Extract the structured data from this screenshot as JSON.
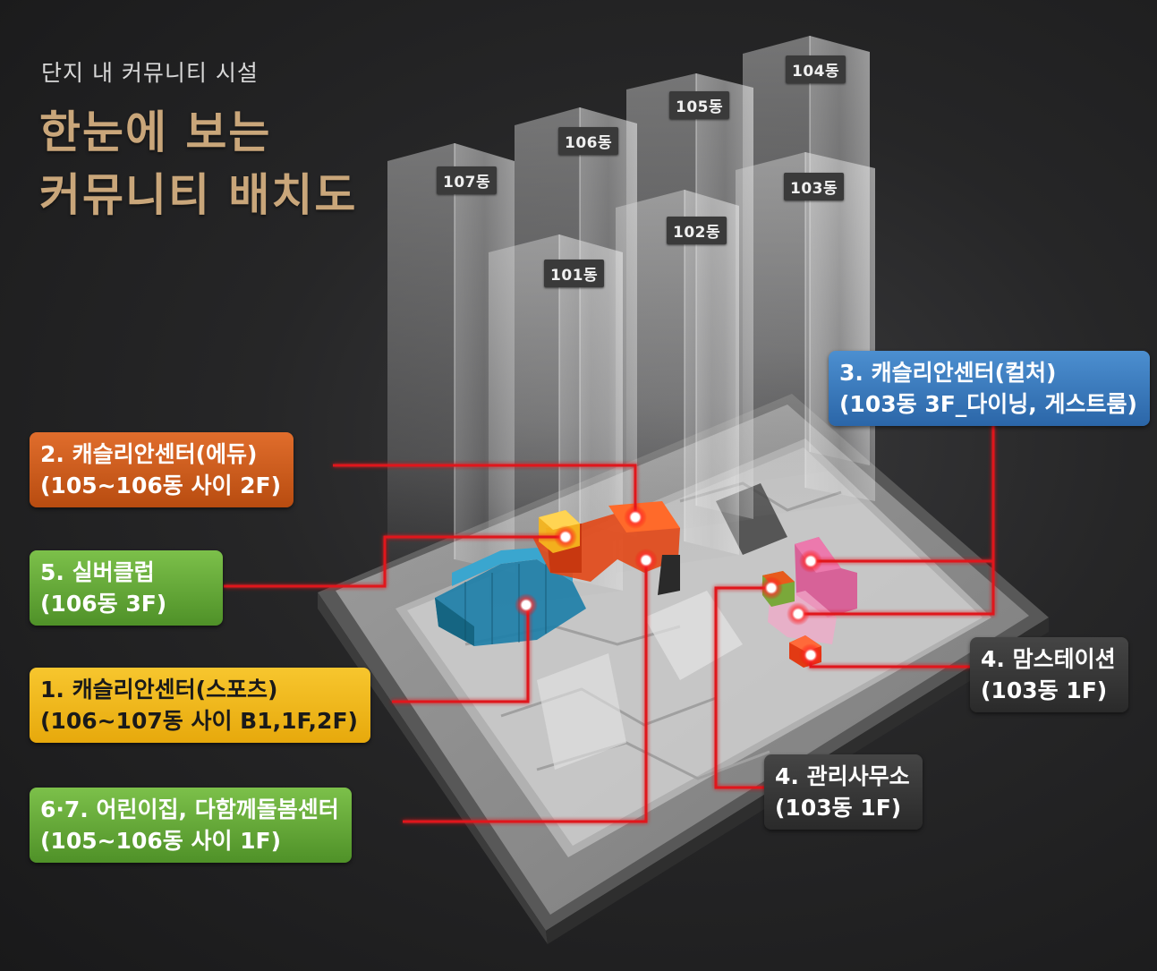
{
  "header": {
    "subtitle": "단지 내 커뮤니티 시설",
    "title_line1": "한눈에 보는",
    "title_line2": "커뮤니티 배치도"
  },
  "buildings": [
    {
      "id": "104",
      "label": "104동"
    },
    {
      "id": "105",
      "label": "105동"
    },
    {
      "id": "106",
      "label": "106동"
    },
    {
      "id": "107",
      "label": "107동"
    },
    {
      "id": "103",
      "label": "103동"
    },
    {
      "id": "102",
      "label": "102동"
    },
    {
      "id": "101",
      "label": "101동"
    }
  ],
  "callouts": {
    "edu": {
      "line1": "2. 캐슬리안센터(에듀)",
      "line2": "(105~106동 사이 2F)"
    },
    "silver": {
      "line1": "5. 실버클럽",
      "line2": "(106동 3F)"
    },
    "sports": {
      "line1": "1. 캐슬리안센터(스포츠)",
      "line2": "(106~107동 사이 B1,1F,2F)"
    },
    "kids": {
      "line1": "6·7. 어린이집, 다함께돌봄센터",
      "line2": "(105~106동 사이 1F)"
    },
    "culture": {
      "line1": "3. 캐슬리안센터(컬처)",
      "line2": "(103동 3F_다이닝, 게스트룸)"
    },
    "mom": {
      "line1": "4. 맘스테이션",
      "line2": "(103동 1F)"
    },
    "office": {
      "line1": "4. 관리사무소",
      "line2": "(103동 1F)"
    }
  },
  "colors": {
    "title": "#c9a67a",
    "leader_line": "#e0141e",
    "orange": "#e06d2c",
    "green": "#6aae3c",
    "yellow": "#f5bd1f",
    "blue": "#3d7ec2",
    "dark": "#3a3a3a",
    "sports_block": "#1e7fa8",
    "pink_block": "#d9508f"
  }
}
